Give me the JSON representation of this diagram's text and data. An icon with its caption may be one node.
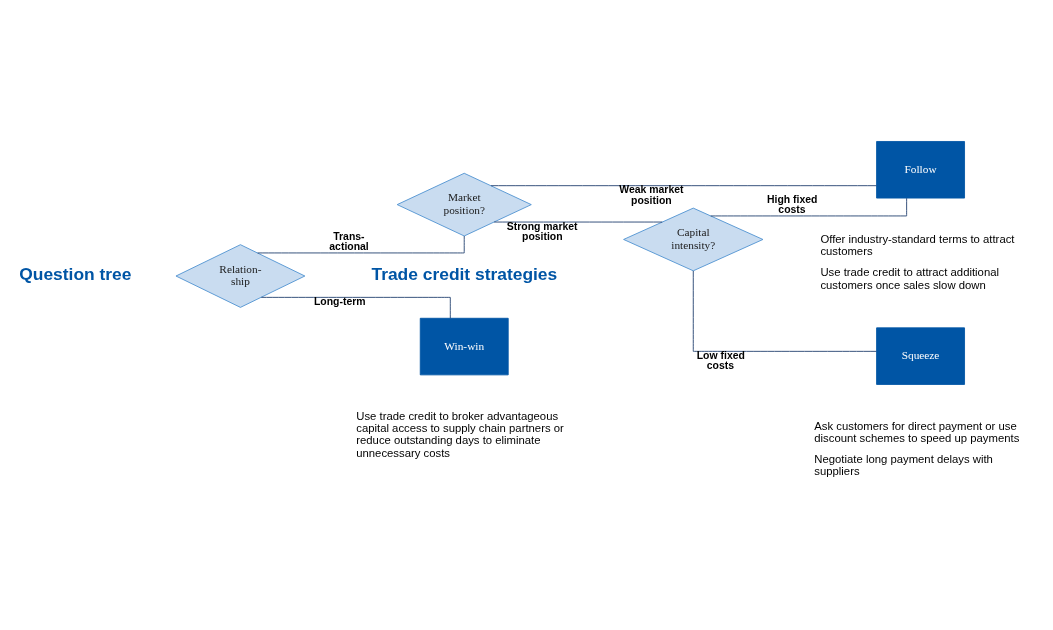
{
  "diagram": {
    "nodes": [
      {
        "text": [
          "Relation- ship"
        ]
      },
      {
        "text": [
          "Market position?"
        ]
      },
      {
        "text": [
          "Capital intensity?"
        ]
      },
      {
        "text": [
          "Win-win"
        ],
        "beside": [
          "Use trade credit to broker advantageous capital access to supply chain partners or reduce outstanding days to eliminate unnecessary costs"
        ]
      },
      {
        "text": [
          "Follow"
        ],
        "beside": [
          "Offer industry-standard terms to attract customers",
          "Use trade credit to attract additional customers once sales slow down"
        ]
      },
      {
        "text": [
          "Squeeze"
        ],
        "beside": [
          "Ask customers for direct payment or use discount schemes to speed up payments",
          "Negotiate long payment delays with suppliers"
        ]
      }
    ],
    "edges": [
      {
        "from": 0,
        "to": 3,
        "arrow": "none",
        "label": "Long-term"
      },
      {
        "from": 0,
        "to": 1,
        "arrow": "none",
        "label": "Trans- actional"
      },
      {
        "from": 1,
        "to": 4,
        "arrow": "none",
        "label": "Weak market position"
      },
      {
        "from": 1,
        "to": 2,
        "arrow": "none",
        "label": "Strong market position"
      },
      {
        "from": 2,
        "to": 4,
        "arrow": "none",
        "label": "High fixed costs"
      },
      {
        "from": 2,
        "to": 5,
        "arrow": "none",
        "label": "Low fixed costs"
      }
    ],
    "labels": [
      "Question tree",
      "Trade credit strategies"
    ]
  }
}
